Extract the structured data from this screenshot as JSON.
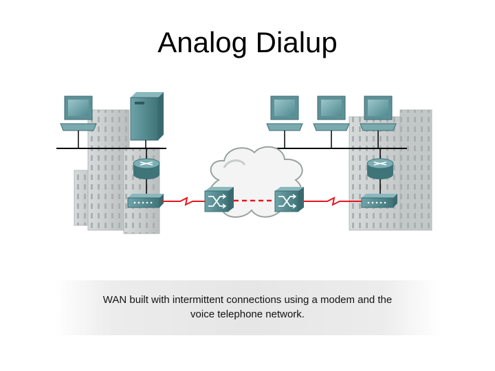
{
  "slide": {
    "title": "Analog Dialup",
    "caption_line1": "WAN built with intermittent connections using a modem and the",
    "caption_line2": "voice telephone network."
  },
  "colors": {
    "device_teal": "#5a8f95",
    "building_grey": "#c9cdcd",
    "link_red": "#e8141c",
    "lan_line": "#000000"
  },
  "icons": [
    "building-icon",
    "server-icon",
    "workstation-icon",
    "router-icon",
    "modem-icon",
    "wan-switch-icon",
    "cloud-icon"
  ]
}
